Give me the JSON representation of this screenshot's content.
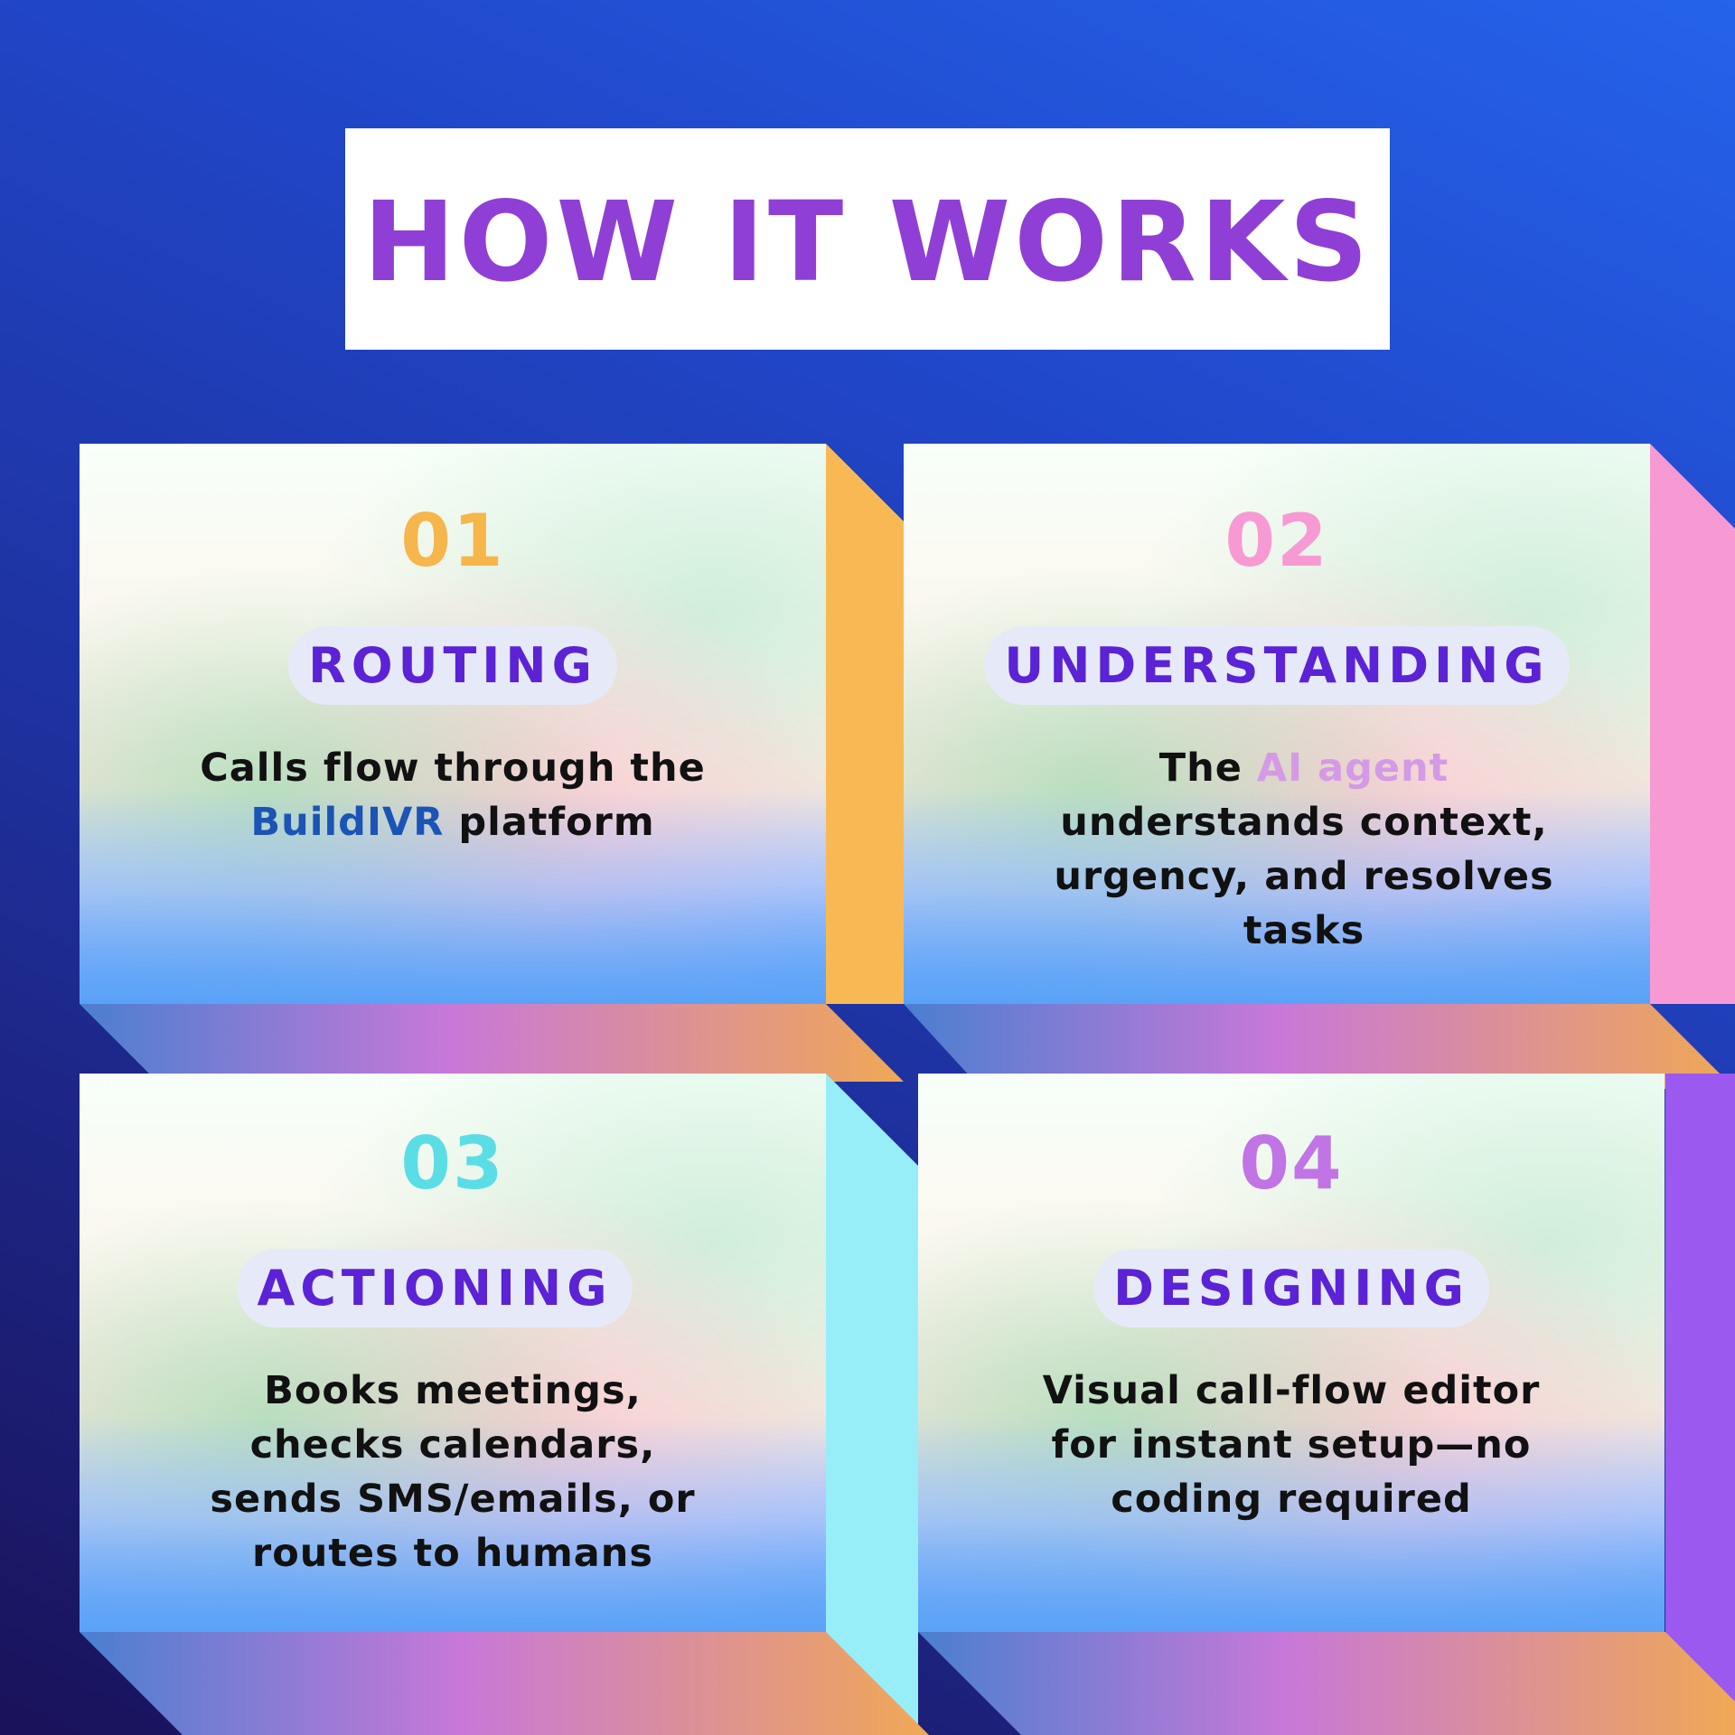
{
  "title": "HOW IT WORKS",
  "colors": {
    "title": "#8f3fd6",
    "step_label": "#5b22d6",
    "text": "#111111",
    "highlight_blue": "#1b54b5",
    "highlight_pink": "#d49ae6"
  },
  "steps": [
    {
      "number": "01",
      "number_color": "#f6b64c",
      "label": "ROUTING",
      "text_line1": "Calls flow through the",
      "highlight": "BuildIVR",
      "text_line2_rest": " platform"
    },
    {
      "number": "02",
      "number_color": "#f79ad3",
      "label": "UNDERSTANDING",
      "text_before": "The ",
      "highlight": "AI agent",
      "text_after": "understands context, urgency, and resolves tasks"
    },
    {
      "number": "03",
      "number_color": "#5bdde6",
      "label": "ACTIONING",
      "text": "Books meetings, checks calendars, sends SMS/emails, or routes to humans"
    },
    {
      "number": "04",
      "number_color": "#c074e6",
      "label": "DESIGNING",
      "text": "Visual call-flow editor for instant setup—no coding required"
    }
  ]
}
